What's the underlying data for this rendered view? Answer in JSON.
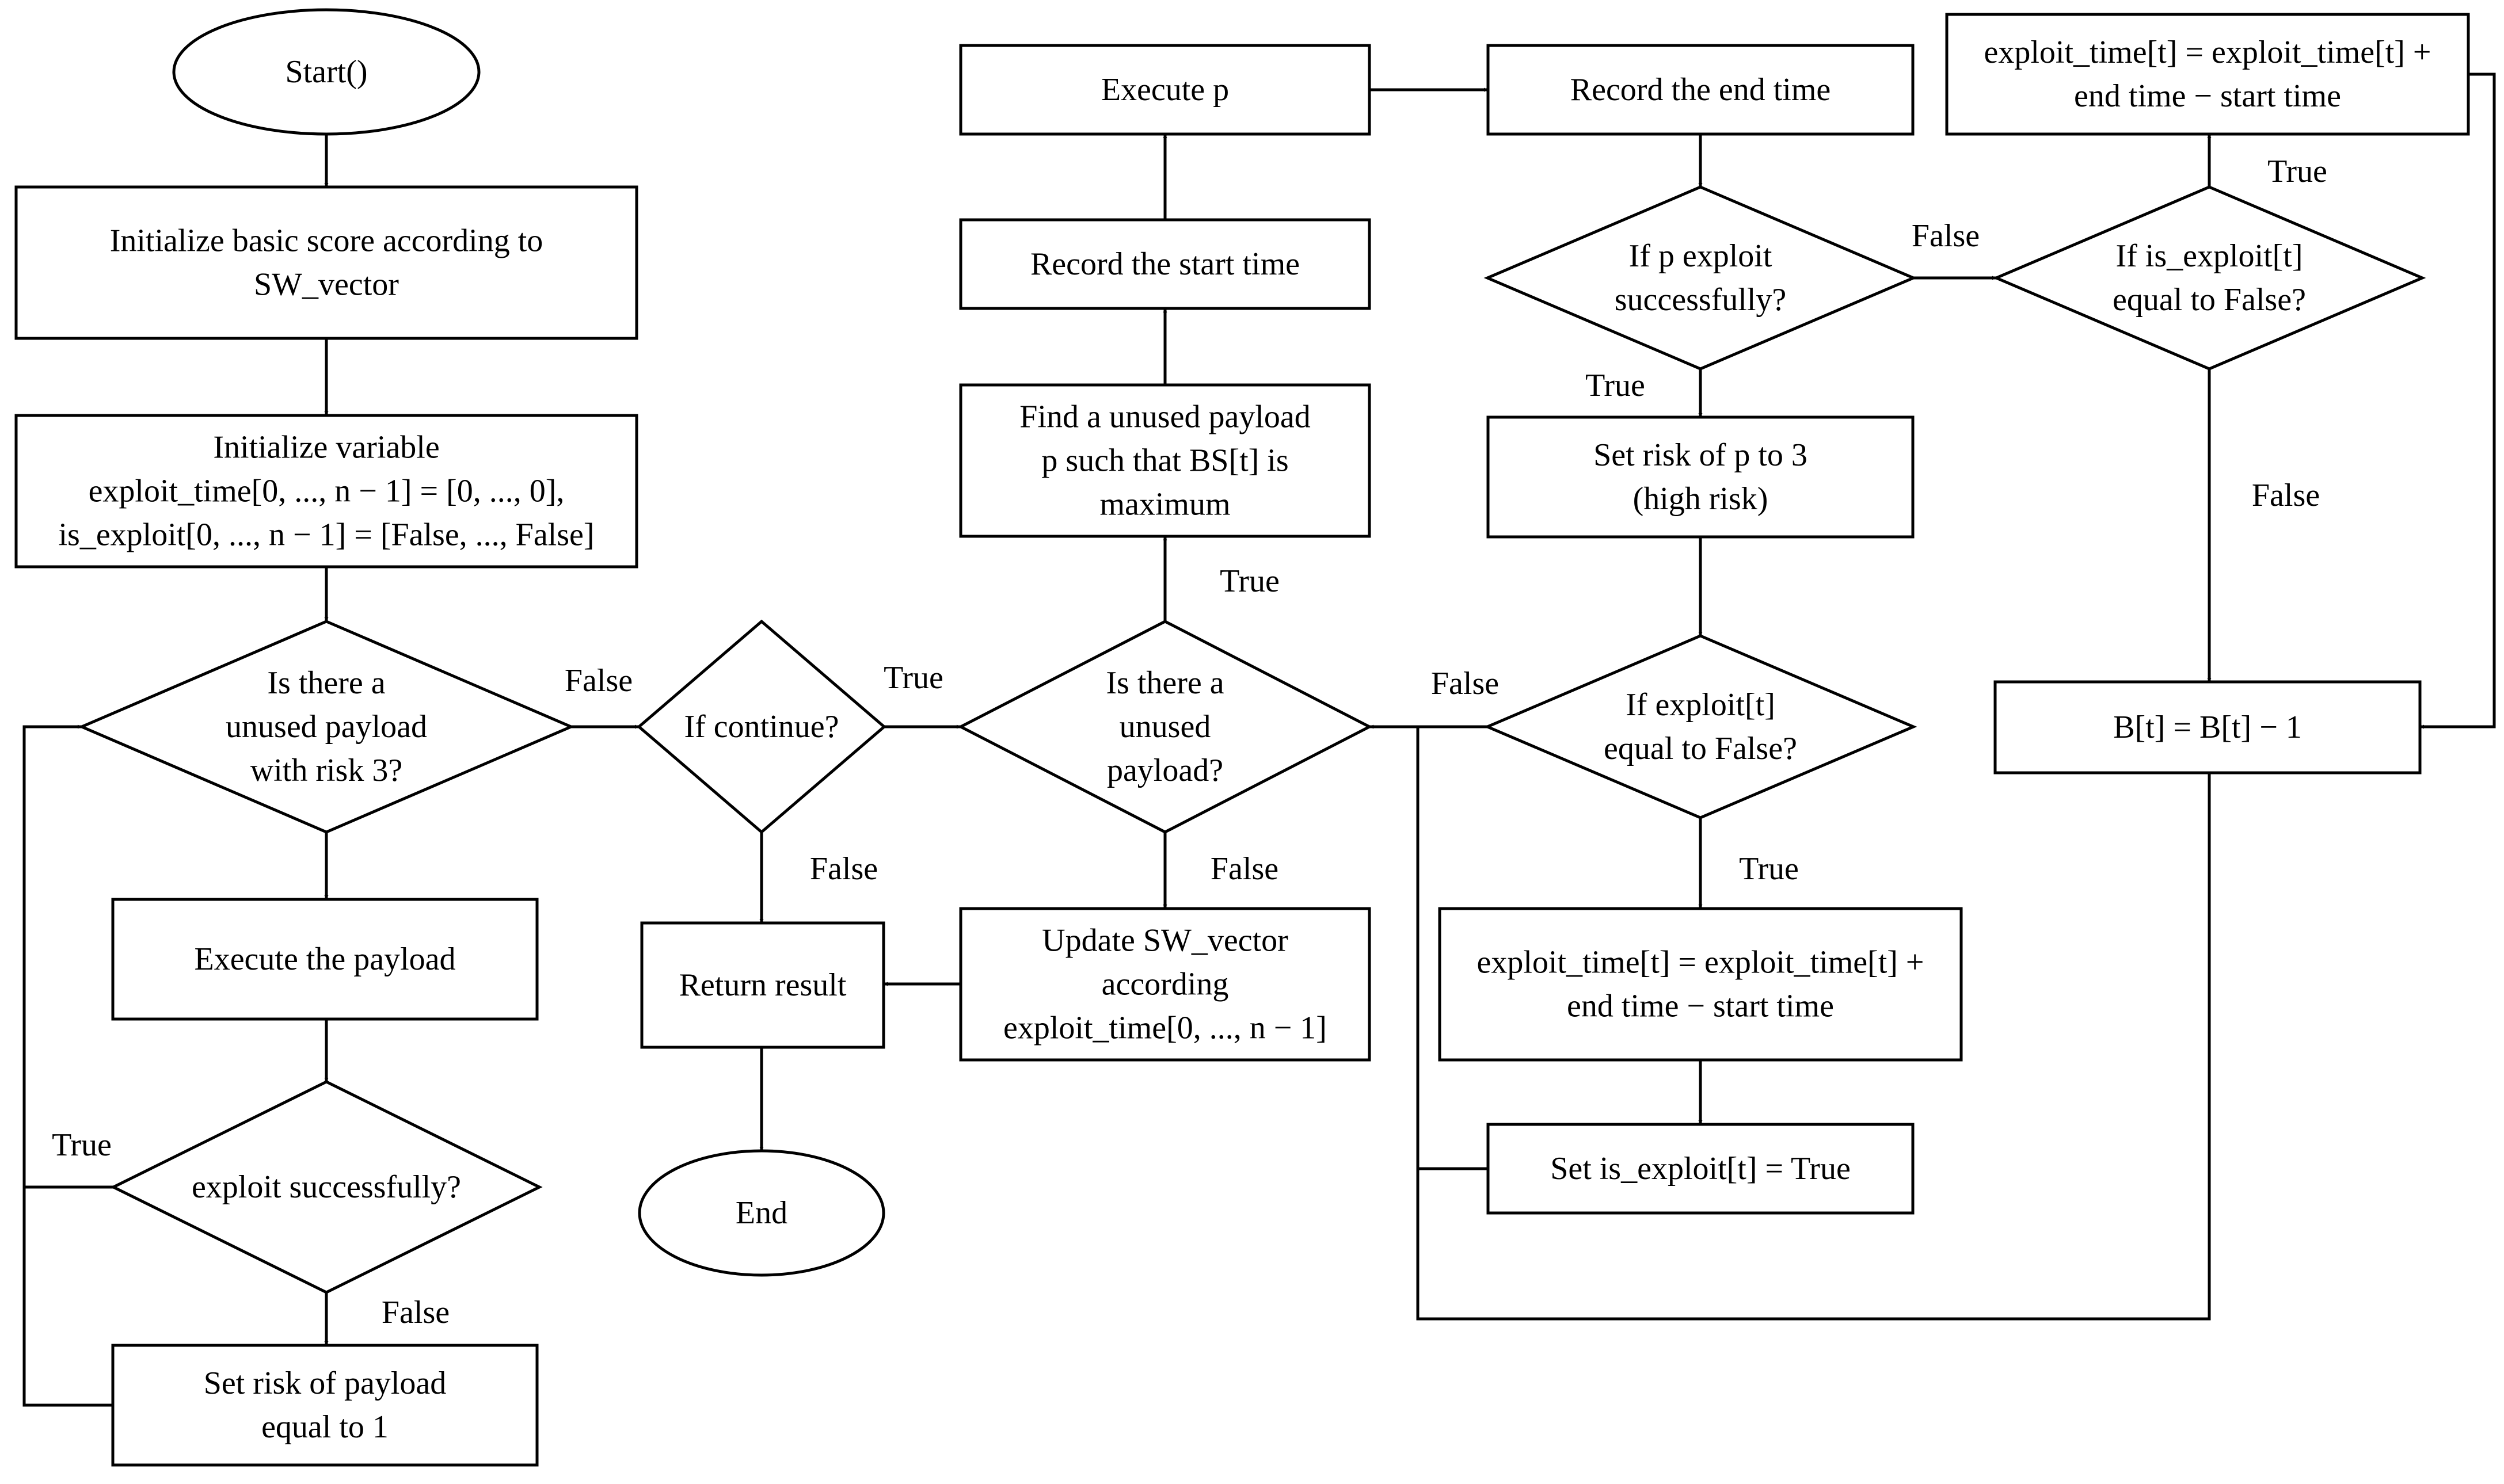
{
  "nodes": {
    "start": {
      "lines": [
        "Start()"
      ]
    },
    "init_score": {
      "lines": [
        "Initialize basic score according to",
        "SW_vector"
      ]
    },
    "init_var": {
      "lines": [
        "Initialize variable",
        "exploit_time[0, ..., n − 1] = [0, ..., 0],",
        "is_exploit[0, ..., n − 1] = [False, ..., False]"
      ]
    },
    "dec_risk3": {
      "lines": [
        "Is there a",
        "unused payload",
        "with risk 3?"
      ]
    },
    "exec_payload": {
      "lines": [
        "Execute the payload"
      ]
    },
    "dec_exploit_ok": {
      "lines": [
        "exploit successfully?"
      ]
    },
    "set_risk1": {
      "lines": [
        "Set risk of payload",
        "equal to 1"
      ]
    },
    "dec_continue": {
      "lines": [
        "If continue?"
      ]
    },
    "return_result": {
      "lines": [
        "Return result"
      ]
    },
    "end": {
      "lines": [
        "End"
      ]
    },
    "dec_unused": {
      "lines": [
        "Is there a",
        "unused",
        "payload?"
      ]
    },
    "update_sw": {
      "lines": [
        "Update SW_vector",
        "according",
        "exploit_time[0, ..., n − 1]"
      ]
    },
    "find_payload": {
      "lines": [
        "Find a unused payload",
        "p such that BS[t] is",
        "maximum"
      ]
    },
    "record_start": {
      "lines": [
        "Record the start time"
      ]
    },
    "execute_p": {
      "lines": [
        "Execute p"
      ]
    },
    "record_end": {
      "lines": [
        "Record the end time"
      ]
    },
    "dec_p_exploit": {
      "lines": [
        "If p exploit",
        "successfully?"
      ]
    },
    "set_risk3": {
      "lines": [
        "Set risk of p to 3",
        "(high risk)"
      ]
    },
    "dec_exploit_t": {
      "lines": [
        "If exploit[t]",
        "equal to False?"
      ]
    },
    "exploit_time_mid": {
      "lines": [
        "exploit_time[t] = exploit_time[t] +",
        "end time − start time"
      ]
    },
    "set_is_exploit": {
      "lines": [
        "Set is_exploit[t] = True"
      ]
    },
    "dec_is_exploit": {
      "lines": [
        "If is_exploit[t]",
        "equal to False?"
      ]
    },
    "exploit_time_top": {
      "lines": [
        "exploit_time[t] = exploit_time[t] +",
        "end time − start time"
      ]
    },
    "b_decrement": {
      "lines": [
        "B[t] = B[t] − 1"
      ]
    }
  },
  "edge_labels": {
    "risk3_false": "False",
    "exploit_ok_true": "True",
    "exploit_ok_false": "False",
    "continue_true": "True",
    "continue_false": "False",
    "unused_true": "True",
    "unused_false": "False",
    "p_exploit_false": "False",
    "p_exploit_true": "True",
    "exploit_t_false": "False",
    "exploit_t_true": "True",
    "is_exploit_true": "True",
    "is_exploit_false": "False"
  }
}
